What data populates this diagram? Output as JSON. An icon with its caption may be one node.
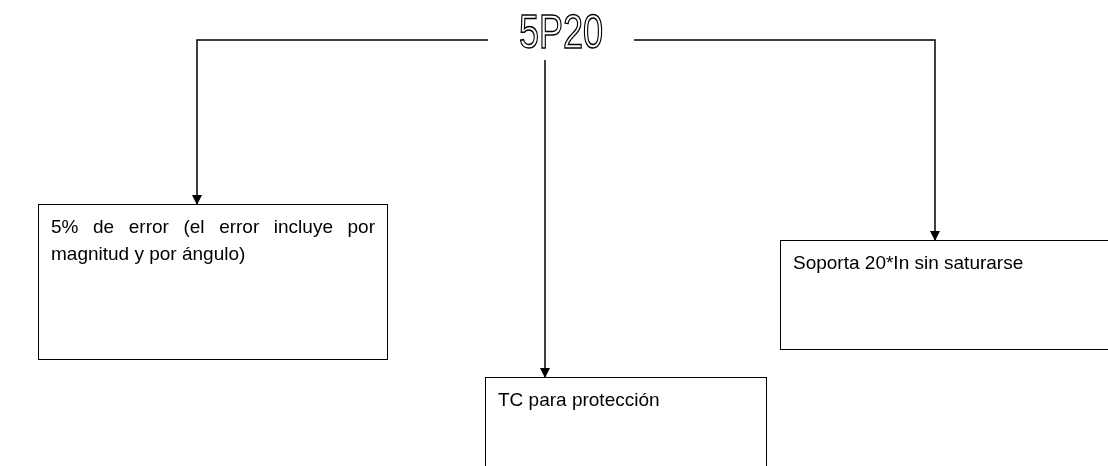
{
  "diagram": {
    "nodes": [
      {
        "text": [
          "5P20"
        ]
      },
      {
        "text": [
          "5% de error (el error incluye por magnitud y por ángulo)"
        ]
      },
      {
        "text": [
          "Soporta 20*In sin saturarse"
        ]
      },
      {
        "text": [
          "TC para protección"
        ]
      }
    ],
    "edges": [
      {
        "from": 0,
        "to": 1,
        "arrow": "to"
      },
      {
        "from": 0,
        "to": 2,
        "arrow": "to"
      },
      {
        "from": 0,
        "to": 3,
        "arrow": "to"
      }
    ]
  }
}
